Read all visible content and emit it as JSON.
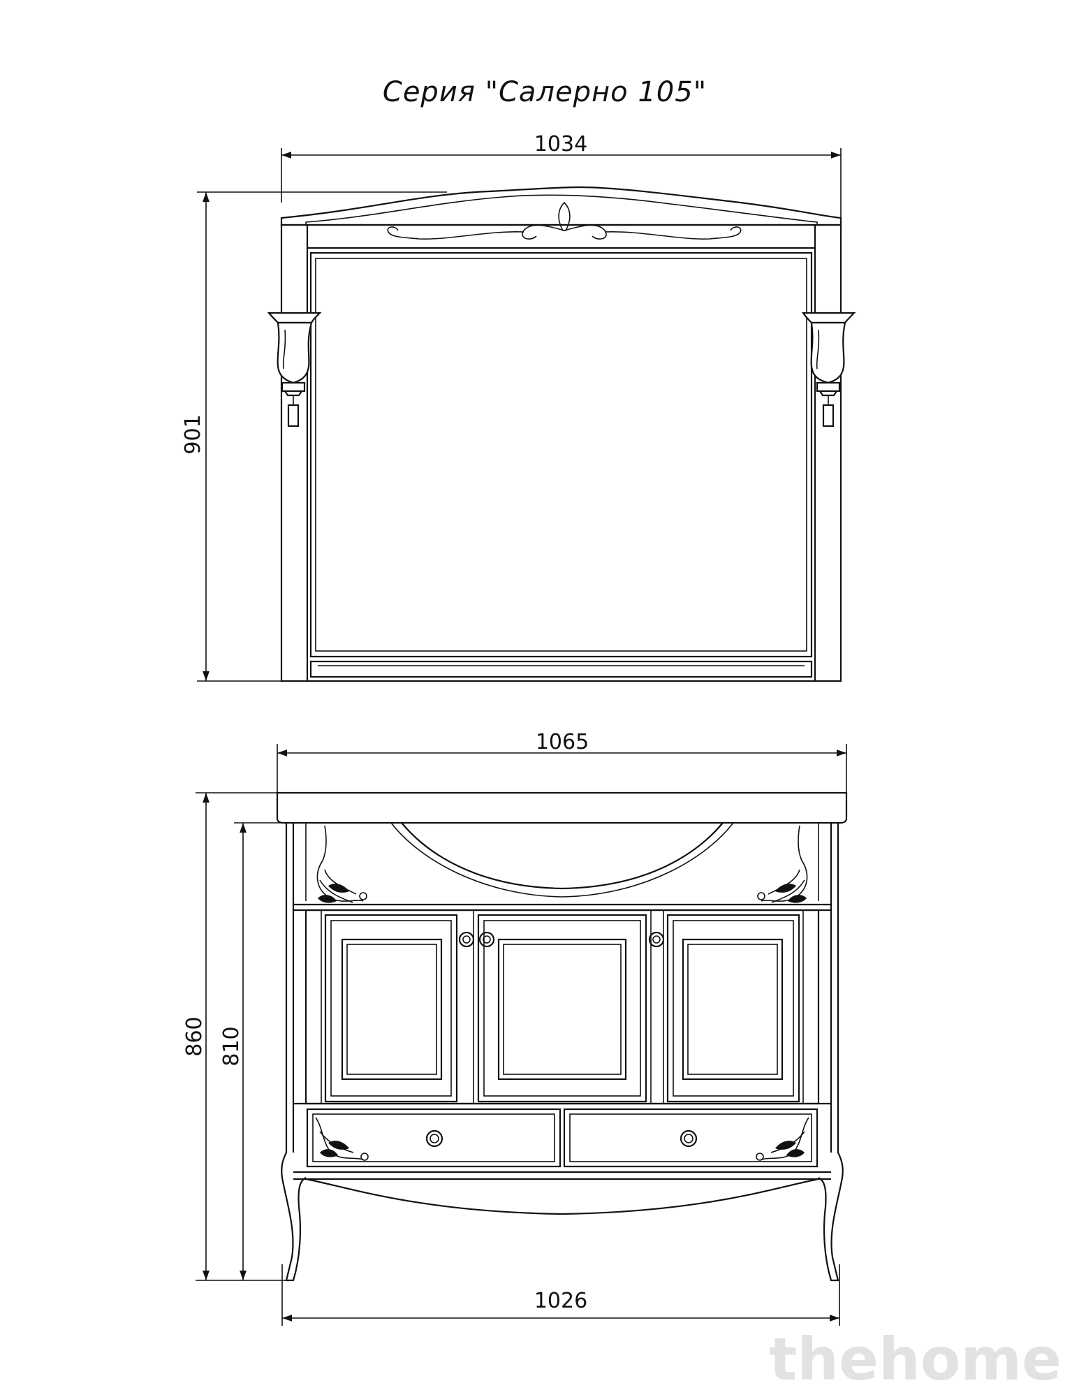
{
  "title": "Серия \"Салерно 105\"",
  "mirror": {
    "width_label": "1034",
    "height_label": "901"
  },
  "cabinet": {
    "top_width_label": "1065",
    "bottom_width_label": "1026",
    "total_height_label": "860",
    "body_height_label": "810"
  },
  "watermark": "thehome",
  "colors": {
    "ink": "#111111",
    "background": "#ffffff",
    "watermark": "#e2e2e2"
  }
}
